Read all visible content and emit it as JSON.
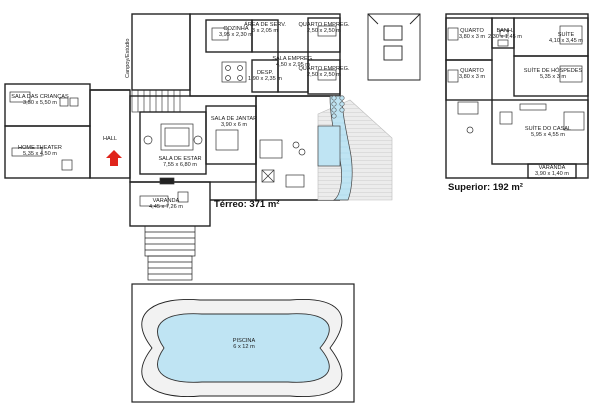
{
  "floor_plan": {
    "ground_floor_caption": "Térreo: 371 m²",
    "upper_floor_caption": "Superior: 192 m²",
    "vertical_label": "Canpoy/Estúdio",
    "rooms": [
      {
        "id": "sala-criancas",
        "name": "SALA DAS CRIANÇAS",
        "dims": "3,50 x 5,50 m"
      },
      {
        "id": "home-theater",
        "name": "HOME THEATER",
        "dims": "5,35 x 4,50 m"
      },
      {
        "id": "hall",
        "name": "HALL",
        "dims": ""
      },
      {
        "id": "cozinha",
        "name": "COZINHA",
        "dims": "3,95 x 2,30 m"
      },
      {
        "id": "area-serv",
        "name": "ÁREA DE SERV.",
        "dims": "3 x 2,05 m"
      },
      {
        "id": "quarto-empreg-1",
        "name": "QUARTO EMPREG.",
        "dims": "2,50 x 2,50 m"
      },
      {
        "id": "sala-empreg",
        "name": "SALA EMPREG.",
        "dims": "4,50 x 2,95 m"
      },
      {
        "id": "desp",
        "name": "DESP.",
        "dims": "1,90 x 2,35 m"
      },
      {
        "id": "quarto-empreg-2",
        "name": "QUARTO EMPREG.",
        "dims": "2,50 x 2,50 m"
      },
      {
        "id": "sala-jantar",
        "name": "SALA DE JANTAR",
        "dims": "3,90 x 6 m"
      },
      {
        "id": "sala-estar",
        "name": "SALA DE ESTAR",
        "dims": "7,55 x 6,80 m"
      },
      {
        "id": "varanda-terreo",
        "name": "VARANDA",
        "dims": "4,45 x 7,26 m"
      },
      {
        "id": "piscina",
        "name": "PISCINA",
        "dims": "6 x 12 m"
      },
      {
        "id": "quarto-1",
        "name": "QUARTO",
        "dims": "3,80 x 3 m"
      },
      {
        "id": "banh",
        "name": "BANH.",
        "dims": "2,30 x 1,45 m"
      },
      {
        "id": "suite",
        "name": "SUÍTE",
        "dims": "4,10 x 3,45 m"
      },
      {
        "id": "quarto-2",
        "name": "QUARTO",
        "dims": "3,80 x 3 m"
      },
      {
        "id": "suite-hospedes",
        "name": "SUÍTE DE HÓSPEDES",
        "dims": "5,35 x 3 m"
      },
      {
        "id": "suite-casal",
        "name": "SUÍTE DO CASAL",
        "dims": "5,95 x 4,55 m"
      },
      {
        "id": "varanda-superior",
        "name": "VARANDA",
        "dims": "3,90 x 1,40 m"
      }
    ],
    "colors": {
      "wall": "#222222",
      "water": "#bfe4f3",
      "deck": "#e8e8e8",
      "pool_edge": "#f2f2f2",
      "entrance_arrow": "#e0241b"
    },
    "icons": [
      "entrance-arrow-icon"
    ]
  }
}
